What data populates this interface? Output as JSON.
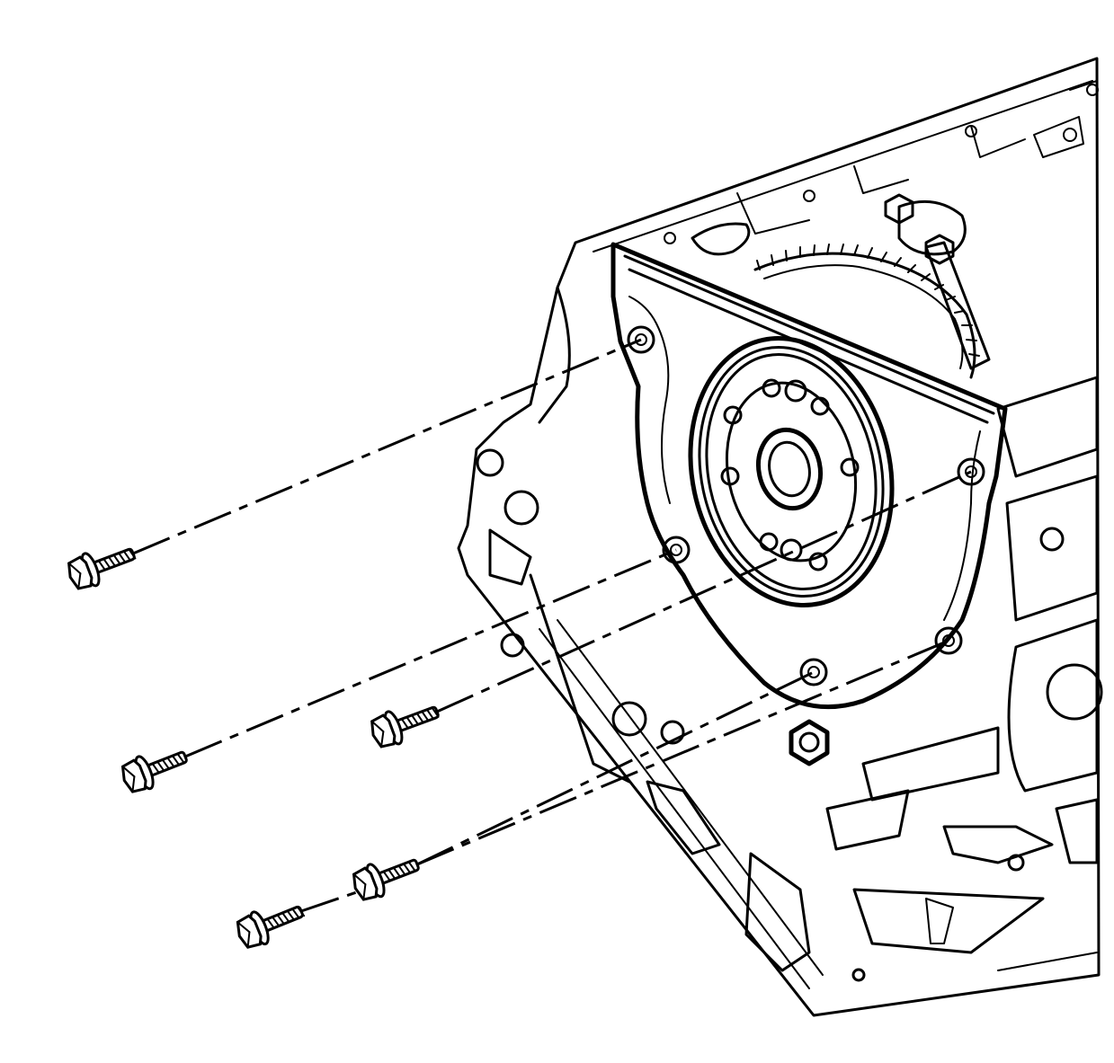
{
  "diagram": {
    "view": "rear-engine-seal-housing-exploded",
    "colors": {
      "ink": "#000000",
      "paper": "#ffffff"
    },
    "bolt_icon": "flange-bolt-icon",
    "bolts": [
      {
        "id": "bolt-1"
      },
      {
        "id": "bolt-2"
      },
      {
        "id": "bolt-3"
      },
      {
        "id": "bolt-4"
      },
      {
        "id": "bolt-5"
      }
    ]
  }
}
